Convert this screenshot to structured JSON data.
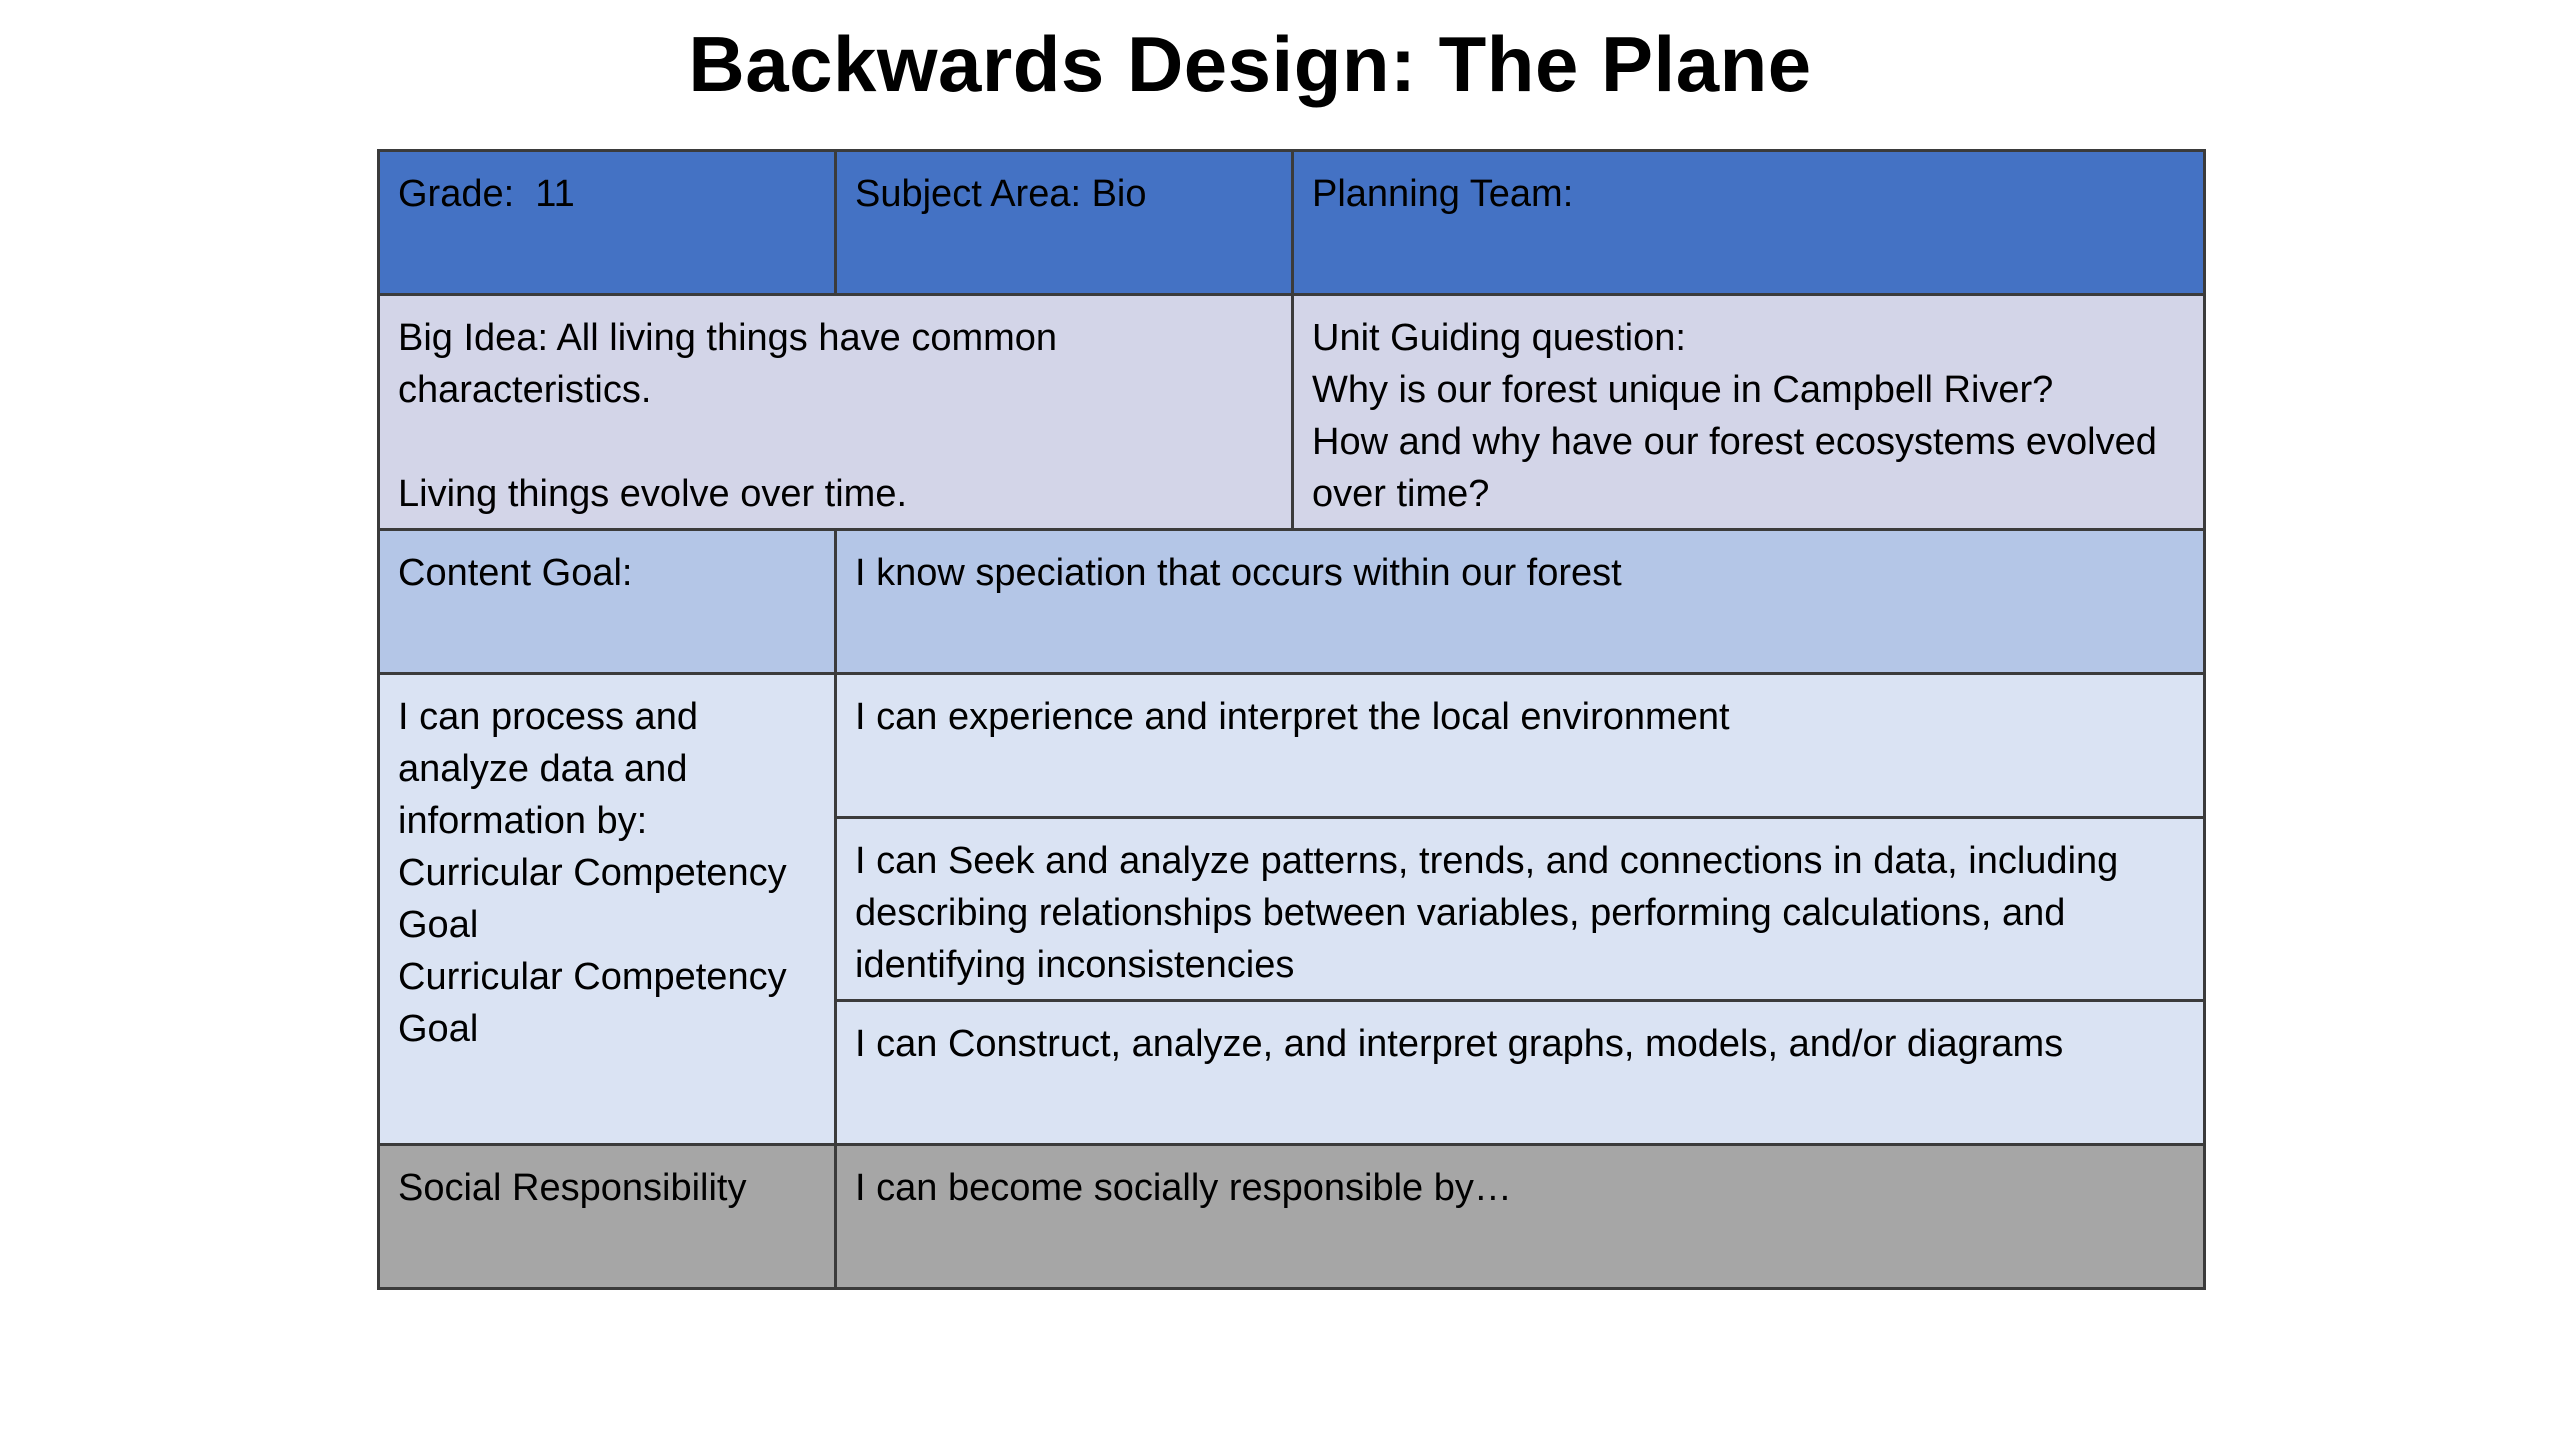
{
  "title": "Backwards Design: The Plane",
  "header": {
    "grade": "Grade:  11",
    "subject_area": "Subject Area: Bio",
    "planning_team": "Planning Team:"
  },
  "big_idea": {
    "line1": "Big Idea: All living things have common characteristics.",
    "line2": "Living things evolve over time."
  },
  "guiding_question": {
    "label": "Unit Guiding question:",
    "q1": "Why is our forest unique in Campbell River?",
    "q2": "How and why have our forest ecosystems evolved over time?"
  },
  "content_goal": {
    "label": "Content Goal:",
    "text": "I know speciation that occurs within our forest"
  },
  "competency": {
    "intro": "I can process and analyze data and information by:",
    "goal1_label": "Curricular Competency Goal",
    "goal2_label": "Curricular Competency Goal",
    "items": [
      "I can experience and interpret the local environment",
      "I can Seek and analyze patterns, trends, and connections in data, including describing relationships between variables, performing calculations, and identifying inconsistencies",
      "I can Construct, analyze, and interpret graphs, models, and/or diagrams"
    ]
  },
  "social": {
    "label": "Social Responsibility",
    "text": "I can become socially responsible by…"
  }
}
